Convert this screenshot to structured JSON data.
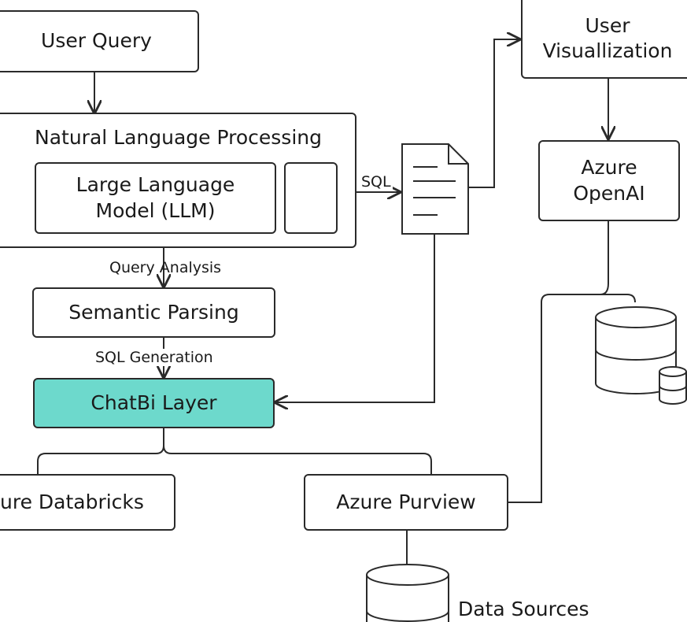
{
  "nodes": {
    "user_query": "User Query",
    "nlp": "Natural Language Processing",
    "llm_line1": "Large Language",
    "llm_line2": "Model (LLM)",
    "semantic_parsing": "Semantic Parsing",
    "chatbi": "ChatBi Layer",
    "databricks": "ure Databricks",
    "purview": "Azure Purview",
    "user_vis_line1": "User",
    "user_vis_line2": "Visuallization",
    "openai_line1": "Azure",
    "openai_line2": "OpenAI",
    "data_sources": "Data Sources"
  },
  "edges": {
    "sql": "SQL",
    "query_analysis": "Query Analysis",
    "sql_generation": "SQL Generation"
  },
  "colors": {
    "chatbi_fill": "#6dd9cc",
    "stroke": "#2a2a2a"
  }
}
